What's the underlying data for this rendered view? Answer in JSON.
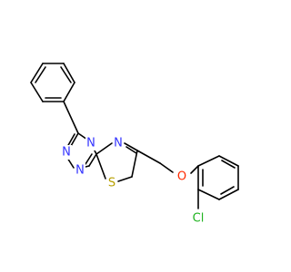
{
  "molecule": {
    "atoms": {
      "n_upper": {
        "label": "N",
        "color": "#3333ff"
      },
      "n_right": {
        "label": "N",
        "color": "#3333ff"
      },
      "n_left": {
        "label": "N",
        "color": "#3333ff"
      },
      "n_lower": {
        "label": "N",
        "color": "#3333ff"
      },
      "s": {
        "label": "S",
        "color": "#b8a000"
      },
      "o": {
        "label": "O",
        "color": "#ff2a00"
      },
      "cl": {
        "label": "Cl",
        "color": "#1fb31f"
      }
    },
    "bond_color": "#000000",
    "background": "#ffffff"
  }
}
